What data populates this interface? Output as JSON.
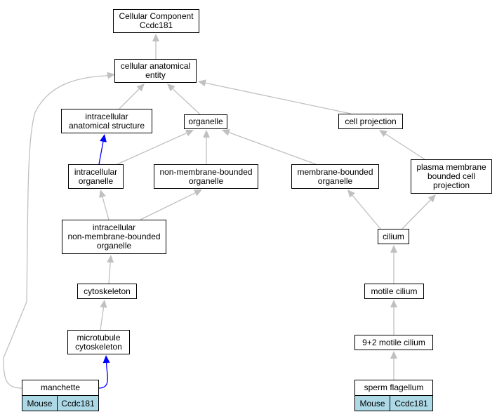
{
  "colors": {
    "edge_gray": "#c0c0c0",
    "edge_blue": "#0000ff",
    "node_border": "#000000",
    "tag_fill": "#add8e6"
  },
  "nodes": {
    "root": "Cellular Component\nCcdc181",
    "cellular_anatomical_entity": "cellular anatomical\nentity",
    "intracellular_anatomical_structure": "intracellular\nanatomical structure",
    "organelle": "organelle",
    "cell_projection": "cell projection",
    "intracellular_organelle": "intracellular\norganelle",
    "non_membrane_bounded_organelle": "non-membrane-bounded\norganelle",
    "membrane_bounded_organelle": "membrane-bounded\norganelle",
    "plasma_membrane_bounded_cell_projection": "plasma membrane\nbounded cell\nprojection",
    "intracellular_non_membrane_bounded_organelle": "intracellular\nnon-membrane-bounded\norganelle",
    "cilium": "cilium",
    "cytoskeleton": "cytoskeleton",
    "motile_cilium": "motile cilium",
    "microtubule_cytoskeleton": "microtubule\ncytoskeleton",
    "nine_plus_two_motile_cilium": "9+2 motile cilium",
    "manchette": "manchette",
    "sperm_flagellum": "sperm flagellum"
  },
  "annotations": {
    "manchette": {
      "species": "Mouse",
      "gene": "Ccdc181"
    },
    "sperm_flagellum": {
      "species": "Mouse",
      "gene": "Ccdc181"
    }
  }
}
